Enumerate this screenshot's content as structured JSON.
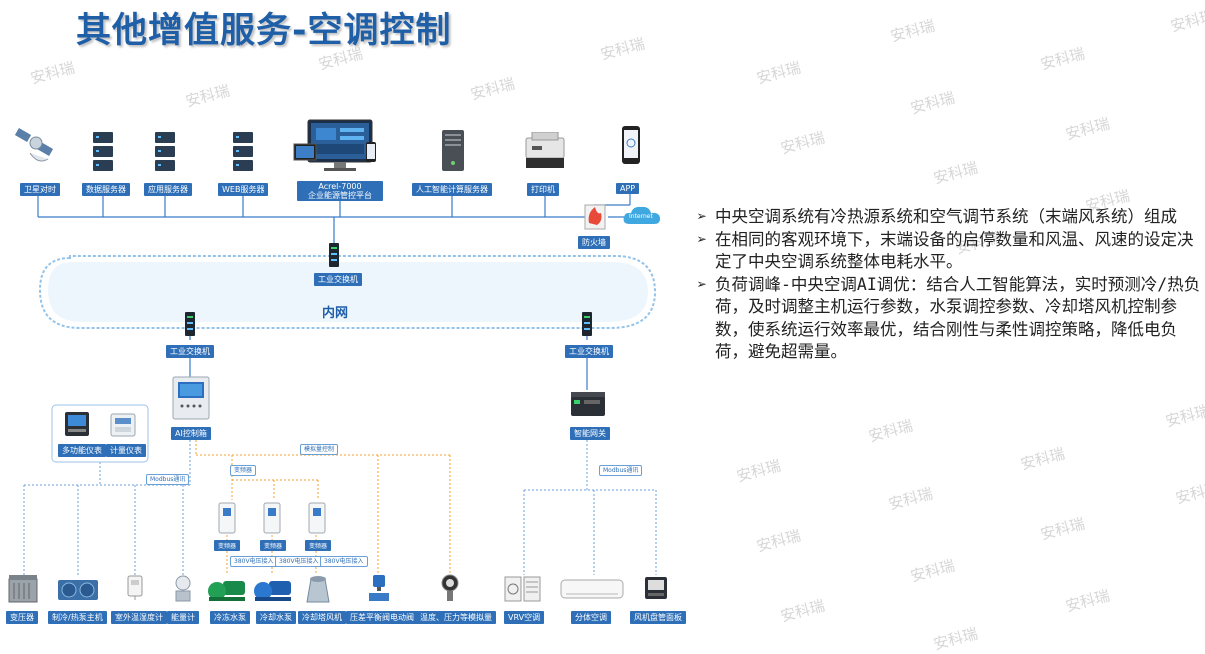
{
  "title": "其他增值服务-空调控制",
  "watermark": "安科瑞",
  "colors": {
    "title": "#1f5fa8",
    "label_bg": "#2e6fb8",
    "solid_line": "#3a7bc8",
    "dash_blue": "#6aa0d8",
    "dash_orange": "#f0a030"
  },
  "top_devices": [
    {
      "label": "卫星对时",
      "icon": "satellite-icon"
    },
    {
      "label": "数据服务器",
      "icon": "server-icon"
    },
    {
      "label": "应用服务器",
      "icon": "server-icon"
    },
    {
      "label": "WEB服务器",
      "icon": "server-icon"
    },
    {
      "label": "Acrel-7000\n企业能源管控平台",
      "icon": "monitor-icon"
    },
    {
      "label": "人工智能计算服务器",
      "icon": "server-icon"
    },
    {
      "label": "打印机",
      "icon": "printer-icon"
    },
    {
      "label": "APP",
      "icon": "phone-icon"
    }
  ],
  "firewall": "防火墙",
  "internet": "Internet",
  "switch_label": "工业交换机",
  "intranet": "内网",
  "ai_box": "AI控制箱",
  "meters": [
    "多功能仪表",
    "计量仪表"
  ],
  "gateway": "智能网关",
  "comm_tags": {
    "modbus": "Modbus通讯",
    "vfd": "变频器",
    "analog": "模拟量控制",
    "v380": "380V电压接入"
  },
  "vfd_label": "变频器",
  "bottom_devices": [
    "变压器",
    "制冷/热泵主机",
    "室外温湿度计",
    "能量计",
    "冷冻水泵",
    "冷却水泵",
    "冷却塔风机",
    "压差平衡阀电动阀",
    "温度、压力等模拟量",
    "VRV空调",
    "分体空调",
    "风机盘管面板"
  ],
  "bullets": [
    "中央空调系统有冷热源系统和空气调节系统（末端风系统）组成",
    "在相同的客观环境下，末端设备的启停数量和风温、风速的设定决定了中央空调系统整体电耗水平。",
    "负荷调峰-中央空调AI调优：结合人工智能算法，实时预测冷/热负荷，及时调整主机运行参数，水泵调控参数、冷却塔风机控制参数，使系统运行效率最优，结合刚性与柔性调控策略，降低电负荷，避免超需量。"
  ]
}
